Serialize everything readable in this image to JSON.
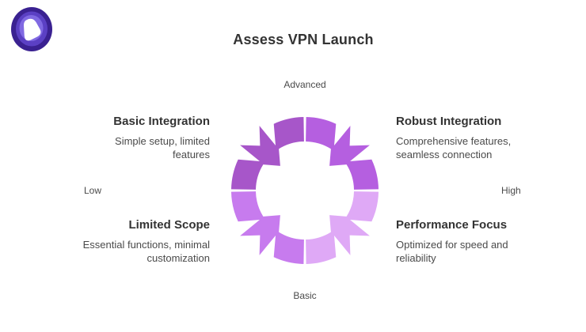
{
  "title": "Assess VPN Launch",
  "logo": {
    "name": "vpn-logo",
    "colors": {
      "outer": "#3A2191",
      "mid": "#5B40C4",
      "inner": "#8069E2",
      "core": "#FFFFFF"
    }
  },
  "axes": {
    "top": "Advanced",
    "bottom": "Basic",
    "left": "Low",
    "right": "High"
  },
  "quadrants": [
    {
      "id": "top-left",
      "title": "Basic Integration",
      "desc_line1": "Simple setup, limited",
      "desc_line2": "features",
      "color": "#A756C9"
    },
    {
      "id": "top-right",
      "title": "Robust Integration",
      "desc_line1": "Comprehensive features,",
      "desc_line2": "seamless connection",
      "color": "#B55FE0"
    },
    {
      "id": "bottom-left",
      "title": "Limited Scope",
      "desc_line1": "Essential functions, minimal",
      "desc_line2": "customization",
      "color": "#C77BEE"
    },
    {
      "id": "bottom-right",
      "title": "Performance Focus",
      "desc_line1": "Optimized for speed and",
      "desc_line2": "reliability",
      "color": "#DFA9F6"
    }
  ]
}
